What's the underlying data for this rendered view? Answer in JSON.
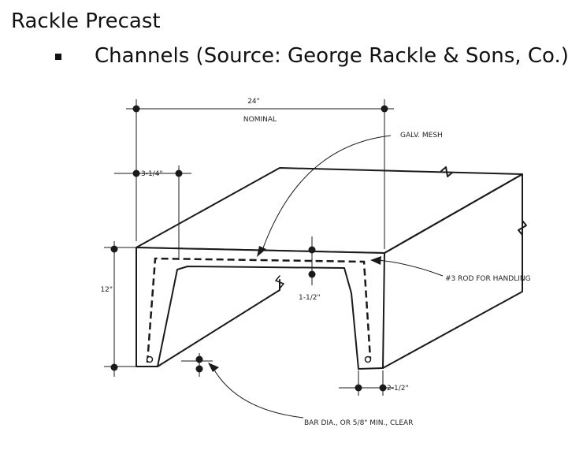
{
  "slide": {
    "title": "Rackle Precast",
    "bullet": "Channels (Source: George Rackle & Sons, Co.)"
  },
  "diagram": {
    "labels": {
      "width_value": "24\"",
      "width_note": "NOMINAL",
      "mesh": "GALV. MESH",
      "flange_offset": "3-1/4\"",
      "height": "12\"",
      "rod": "#3 ROD FOR HANDLING",
      "top_thickness": "1-1/2\"",
      "leg_width": "2-1/2\"",
      "cover": "BAR DIA., OR 5/8\" MIN., CLEAR"
    },
    "colors": {
      "line": "#1a1a1a",
      "background": "#ffffff"
    }
  }
}
